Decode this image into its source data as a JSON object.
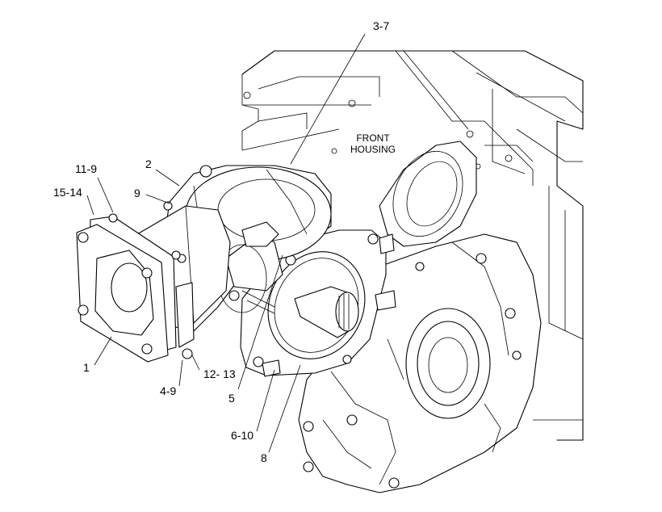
{
  "diagram": {
    "note_lines": [
      "FRONT",
      "HOUSING"
    ],
    "callouts": [
      {
        "id": "c-3-7",
        "label": "3-7"
      },
      {
        "id": "c-2",
        "label": "2"
      },
      {
        "id": "c-11-9",
        "label": "11-9"
      },
      {
        "id": "c-9",
        "label": "9"
      },
      {
        "id": "c-15-14",
        "label": "15-14"
      },
      {
        "id": "c-1",
        "label": "1"
      },
      {
        "id": "c-4-9",
        "label": "4-9"
      },
      {
        "id": "c-12-13",
        "label": "12- 13"
      },
      {
        "id": "c-5",
        "label": "5"
      },
      {
        "id": "c-6-10",
        "label": "6-10"
      },
      {
        "id": "c-8",
        "label": "8"
      }
    ]
  }
}
